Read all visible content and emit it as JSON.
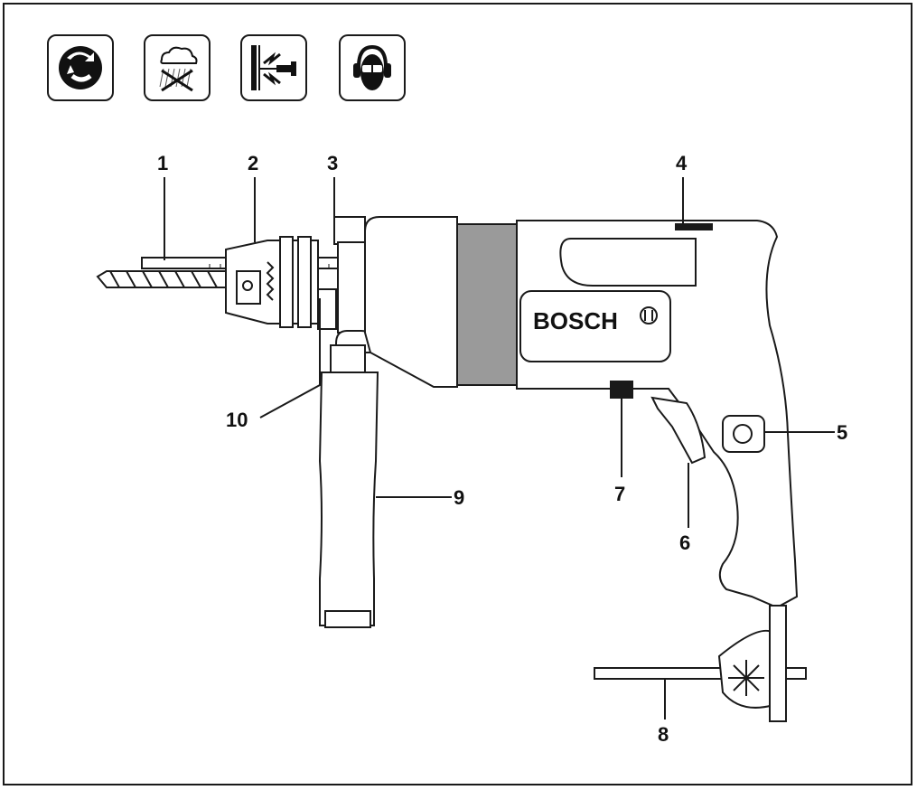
{
  "safety_icons": [
    {
      "name": "recycling-icon"
    },
    {
      "name": "no-rain-icon"
    },
    {
      "name": "hidden-wires-warning-icon"
    },
    {
      "name": "ear-eye-protection-icon"
    }
  ],
  "brand_label": "BOSCH",
  "callouts": {
    "c1": "1",
    "c2": "2",
    "c3": "3",
    "c4": "4",
    "c5": "5",
    "c6": "6",
    "c7": "7",
    "c8": "8",
    "c9": "9",
    "c10": "10"
  },
  "colors": {
    "line": "#1a1a1a",
    "grey_band": "#9a9a9a",
    "background": "#ffffff"
  }
}
